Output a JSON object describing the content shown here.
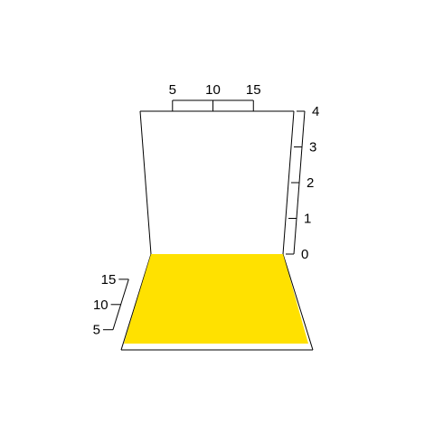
{
  "chart_data": {
    "type": "surface",
    "title": "",
    "xlabel": "",
    "ylabel": "",
    "zlabel": "",
    "x_ticks": [
      5,
      10,
      15
    ],
    "y_ticks": [
      5,
      10,
      15
    ],
    "z_ticks": [
      0,
      1,
      2,
      3,
      4
    ],
    "xlim": [
      1,
      20
    ],
    "ylim": [
      1,
      20
    ],
    "zlim": [
      0,
      4
    ],
    "surface_z": 0,
    "surface_color": "#FFE100",
    "grid": false
  }
}
